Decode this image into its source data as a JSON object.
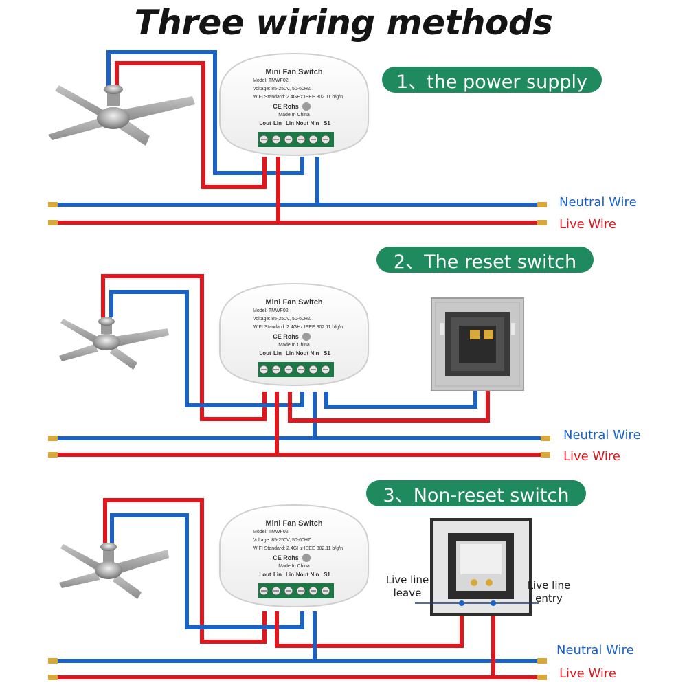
{
  "title": "Three wiring methods",
  "sections": [
    {
      "heading": "1、the power supply",
      "neutral_label": "Neutral Wire",
      "live_label": "Live Wire"
    },
    {
      "heading": "2、The reset switch",
      "neutral_label": "Neutral Wire",
      "live_label": "Live Wire"
    },
    {
      "heading": "3、Non-reset switch",
      "neutral_label": "Neutral Wire",
      "live_label": "Live Wire",
      "annotations": {
        "left": "Live line\nleave",
        "right": "Live line\nentry"
      }
    }
  ],
  "device": {
    "name": "Mini Fan Switch",
    "model": "Model:   TMWF02",
    "voltage": "Voltage:  85-250V, 50-60HZ",
    "wifi": "WIFI Standard:  2.4GHz IEEE 802.11 b/g/n",
    "marks": "CE  Rohs",
    "wifi_icon": "wifi-icon",
    "made_in": "Made In China",
    "terminals": [
      "Lout",
      "Lin",
      "Lin",
      "Nout",
      "Nin",
      "S1"
    ]
  },
  "colors": {
    "neutral": "#1b62c6",
    "live": "#e0171c",
    "heading_bg": "#1f8a5e",
    "terminal_block": "#1a7a45"
  }
}
